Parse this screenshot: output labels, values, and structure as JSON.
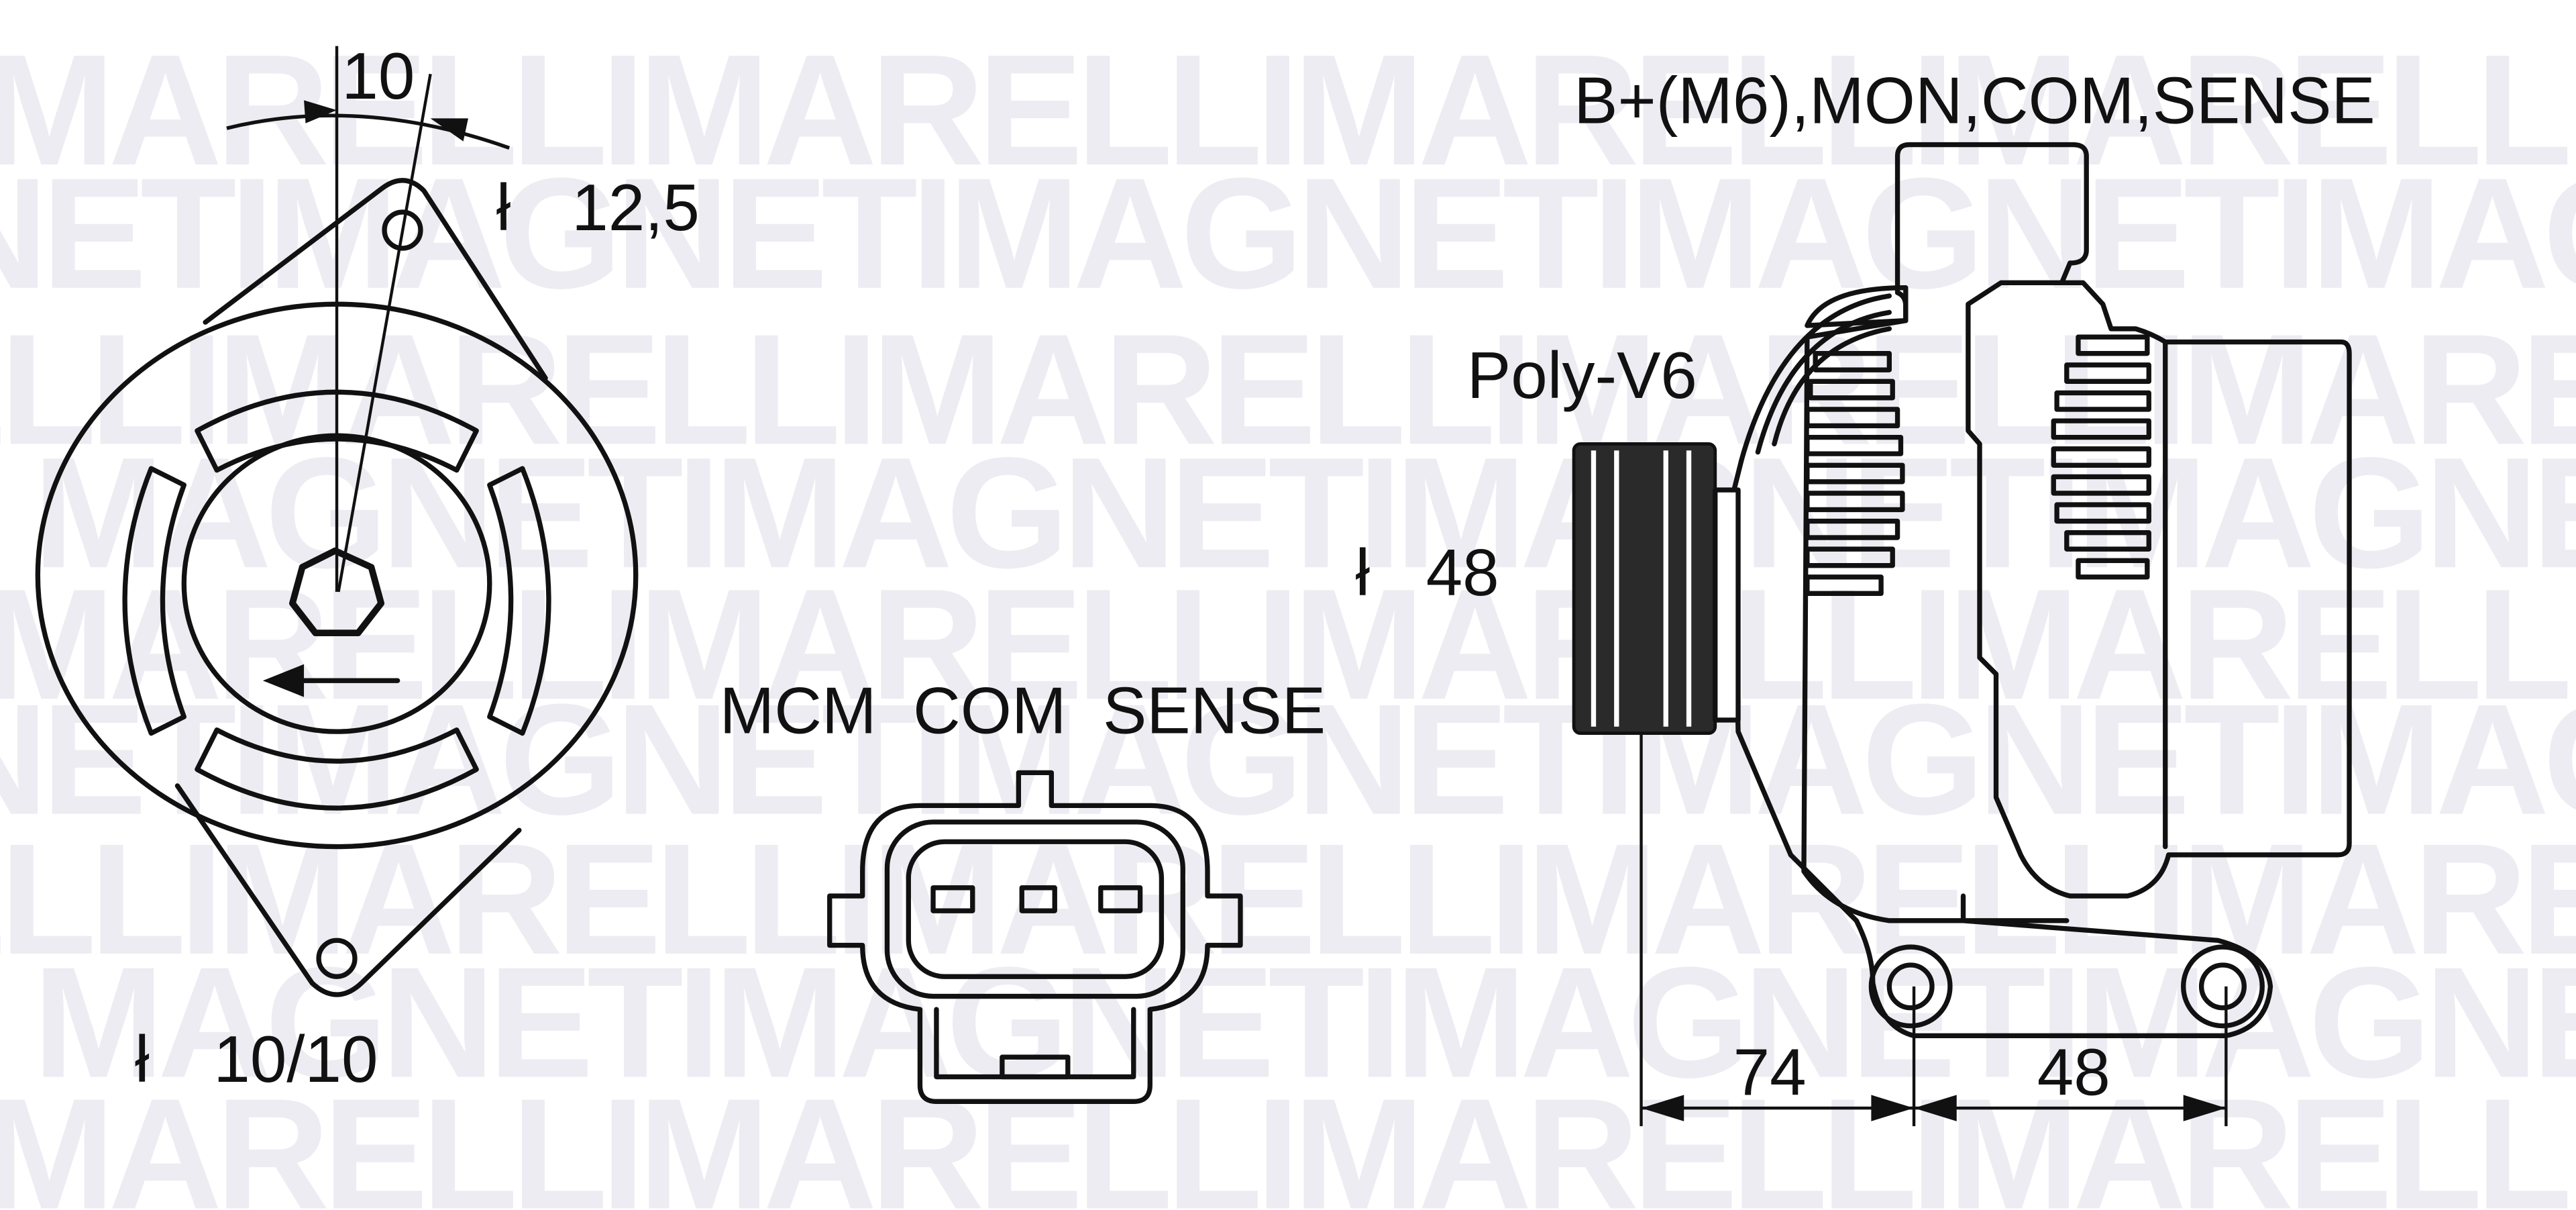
{
  "watermark": {
    "words": [
      "MARELLI",
      "MAGNETI"
    ],
    "color": "#ececf2"
  },
  "front_view": {
    "angle_dimension": "10",
    "top_hole_diameter_symbol": "ł",
    "top_hole_diameter": "12,5",
    "bottom_hole_diameter_symbol": "ł",
    "bottom_hole_diameter": "10/10",
    "rotation_direction": "counter-clockwise arrow"
  },
  "connector": {
    "pin_labels": "MCM  COM  SENSE",
    "pin_count": 3
  },
  "side_view": {
    "terminal_label": "B+(M6),MON,COM,SENSE",
    "pulley_label": "Poly-V6",
    "pulley_diameter_symbol": "ł",
    "pulley_diameter": "48",
    "dim_pulley_to_mount": "74",
    "dim_mount_spacing": "48"
  },
  "colors": {
    "line": "#111111",
    "background": "#ffffff"
  }
}
